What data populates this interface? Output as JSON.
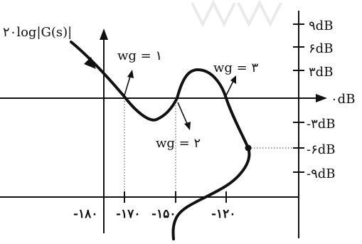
{
  "ylabel": "۲۰log|G(s)|",
  "x_ticks": [
    "-۱۸۰",
    "-۱۷۰",
    "-۱۵۰",
    "-۱۲۰"
  ],
  "db_labels": [
    "۹dB",
    "۶dB",
    "۳dB",
    "۰dB",
    "-۳dB",
    "-۶dB",
    "-۹dB"
  ],
  "annotations": {
    "wg1": "wg = ۱",
    "wg2": "wg = ۲",
    "wg3": "wg = ۳"
  }
}
